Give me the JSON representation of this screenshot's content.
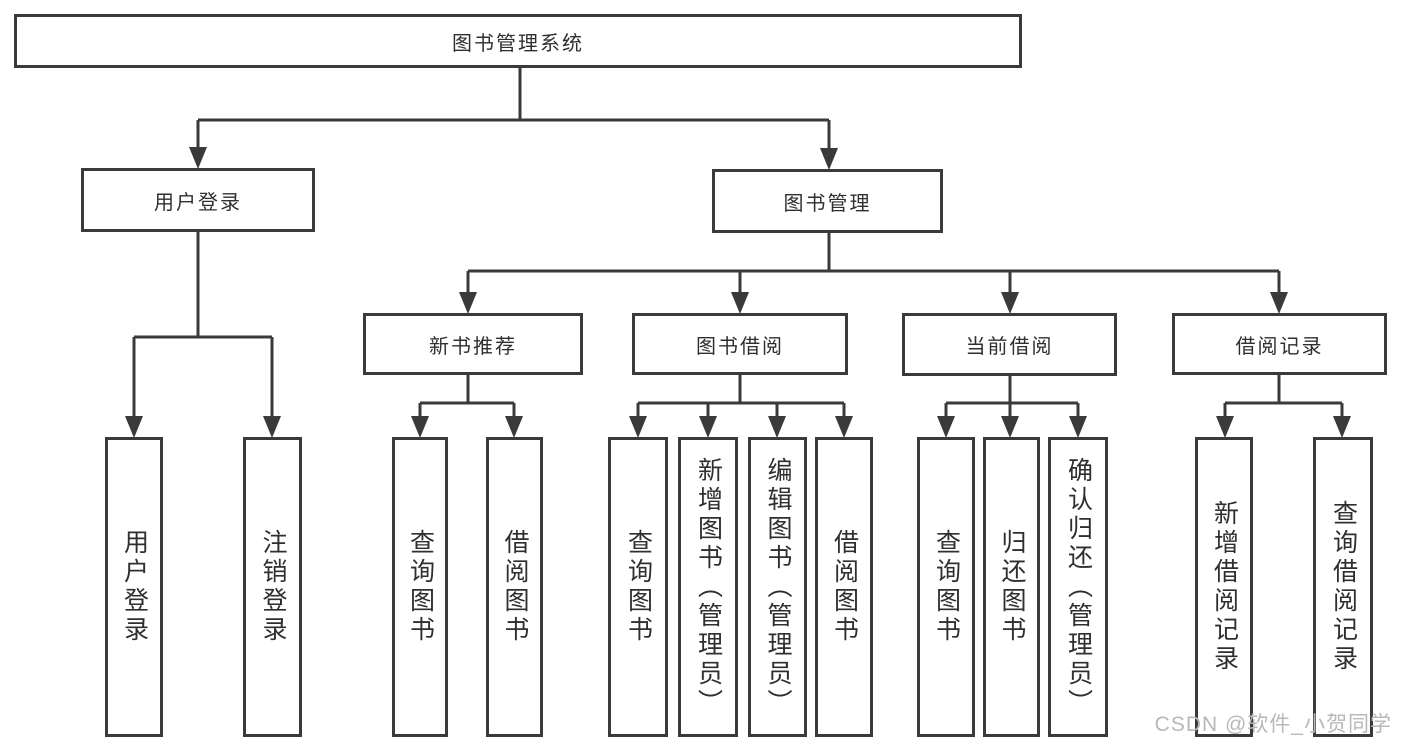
{
  "diagram_title": "图书管理系统",
  "tree": {
    "label": "图书管理系统",
    "children": [
      {
        "label": "用户登录",
        "children": [
          {
            "label": "用户登录"
          },
          {
            "label": "注销登录"
          }
        ]
      },
      {
        "label": "图书管理",
        "children": [
          {
            "label": "新书推荐",
            "children": [
              {
                "label": "查询图书"
              },
              {
                "label": "借阅图书"
              }
            ]
          },
          {
            "label": "图书借阅",
            "children": [
              {
                "label": "查询图书"
              },
              {
                "label": "新增图书（管理员）"
              },
              {
                "label": "编辑图书（管理员）"
              },
              {
                "label": "借阅图书"
              }
            ]
          },
          {
            "label": "当前借阅",
            "children": [
              {
                "label": "查询图书"
              },
              {
                "label": "归还图书"
              },
              {
                "label": "确认归还（管理员）"
              }
            ]
          },
          {
            "label": "借阅记录",
            "children": [
              {
                "label": "新增借阅记录"
              },
              {
                "label": "查询借阅记录"
              }
            ]
          }
        ]
      }
    ]
  },
  "watermark": {
    "text": "CSDN @软件_小贺同学"
  },
  "colors": {
    "line": "#3a3a3a",
    "text": "#2f2f2f",
    "background": "#ffffff",
    "watermark": "#b8b8b8"
  }
}
